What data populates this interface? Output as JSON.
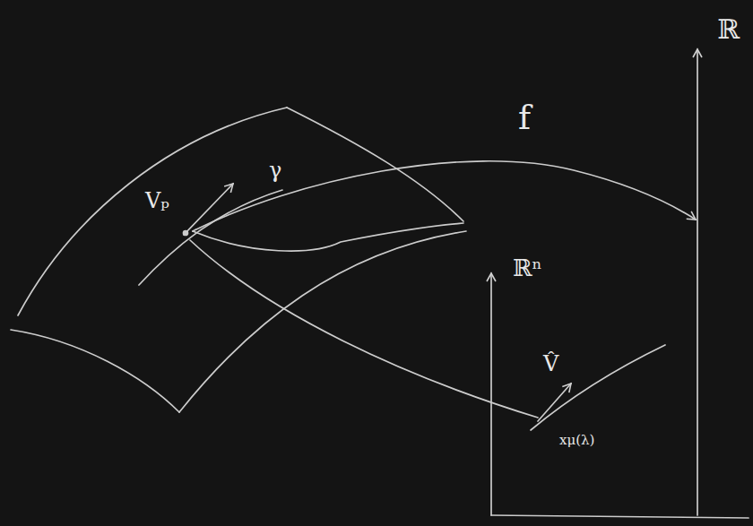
{
  "diagram": {
    "labels": [
      "f",
      "ℝ",
      "ℝⁿ",
      "Vₚ",
      "γ",
      "V̂",
      "xμ(λ)"
    ]
  }
}
